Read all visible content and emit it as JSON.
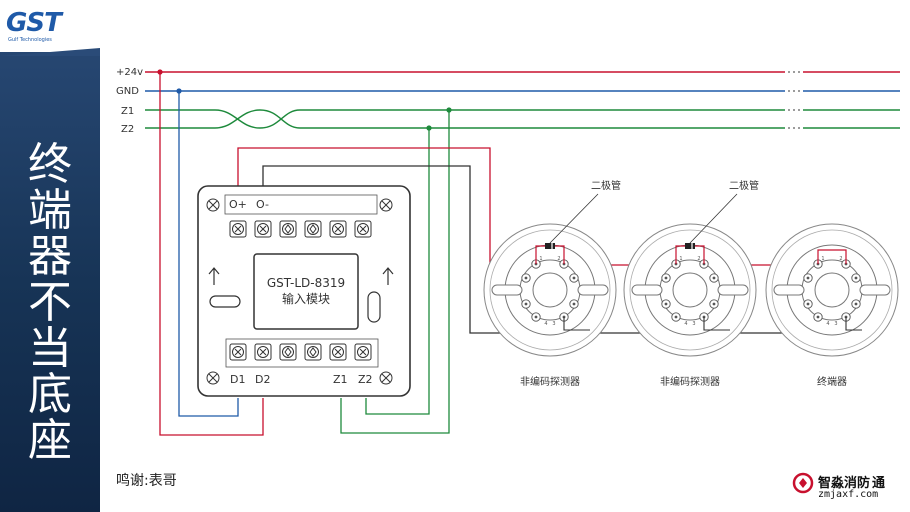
{
  "logo": {
    "text": "GST",
    "sub": "Gulf Technologies"
  },
  "side_title": "终端器不当底座",
  "bus": {
    "labels": [
      "+24v",
      "GND",
      "Z1",
      "Z2"
    ]
  },
  "module": {
    "model": "GST-LD-8319",
    "name": "输入模块",
    "top_terminals": [
      "O+",
      "O-"
    ],
    "bottom_terminals": [
      "D1",
      "D2",
      "Z1",
      "Z2"
    ]
  },
  "bases": [
    {
      "label": "非编码探测器",
      "diode_label": "二极管"
    },
    {
      "label": "非编码探测器",
      "diode_label": "二极管"
    },
    {
      "label": "终端器"
    }
  ],
  "credit": "鸣谢:表哥",
  "watermark": {
    "line1": "智淼消防",
    "line2": "zmjaxf.com",
    "extra": "通"
  },
  "colors": {
    "red": "#c8102e",
    "blue": "#1f5aa8",
    "green": "#1e8a3c",
    "gray": "#6b6b6b",
    "dark": "#333333"
  }
}
